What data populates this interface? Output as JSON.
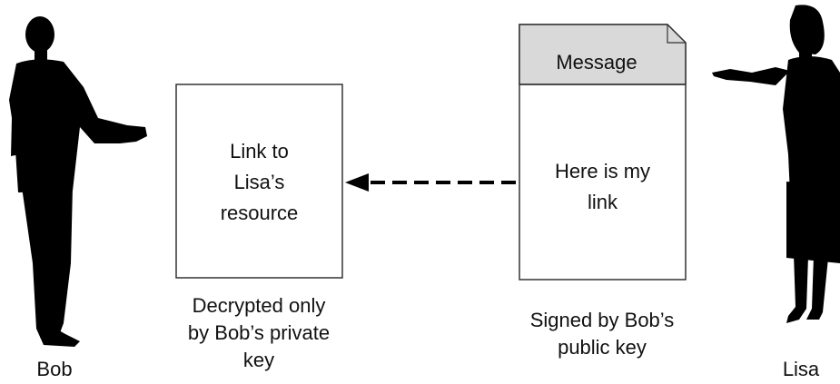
{
  "diagram": {
    "bob": {
      "name": "Bob"
    },
    "lisa": {
      "name": "Lisa"
    },
    "link_box": {
      "text_lines": [
        "Link to",
        "Lisa’s",
        "resource"
      ]
    },
    "link_caption": {
      "lines": [
        "Decrypted only",
        "by Bob’s private",
        "key"
      ]
    },
    "message_doc": {
      "header": "Message",
      "body_lines": [
        "Here is my",
        "link"
      ]
    },
    "message_caption": {
      "lines": [
        "Signed by Bob’s",
        "public key"
      ]
    },
    "arrow": {
      "direction": "from-message-to-link-box",
      "style": "dashed"
    },
    "colors": {
      "header_fill": "#d9d9d9",
      "silhouette": "#000000",
      "stroke": "#333333"
    }
  }
}
